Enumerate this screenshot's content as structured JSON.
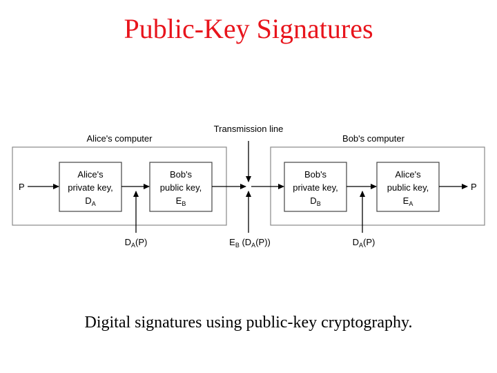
{
  "slide": {
    "title": "Public-Key Signatures",
    "caption": "Digital signatures using public-key cryptography."
  },
  "diagram": {
    "alice_computer_label": "Alice's computer",
    "bob_computer_label": "Bob's computer",
    "transmission_label": "Transmission line",
    "input_plaintext": "P",
    "output_plaintext": "P",
    "boxes": {
      "alice_private": {
        "line1": "Alice's",
        "line2": "private key,",
        "sym": "D",
        "sub": "A"
      },
      "bob_public": {
        "line1": "Bob's",
        "line2": "public key,",
        "sym": "E",
        "sub": "B"
      },
      "bob_private": {
        "line1": "Bob's",
        "line2": "private key,",
        "sym": "D",
        "sub": "B"
      },
      "alice_public": {
        "line1": "Alice's",
        "line2": "public key,",
        "sym": "E",
        "sub": "A"
      }
    },
    "labels": {
      "left_sig": {
        "sym": "D",
        "sub": "A",
        "rest": "(P)"
      },
      "line_cipher": {
        "e": "E",
        "esub": "B",
        "mid": " (D",
        "dsub": "A",
        "end": "(P))"
      },
      "right_sig": {
        "sym": "D",
        "sub": "A",
        "rest": "(P)"
      }
    },
    "colors": {
      "frame": "#888888",
      "box": "#444444",
      "arrow": "#000000"
    }
  }
}
